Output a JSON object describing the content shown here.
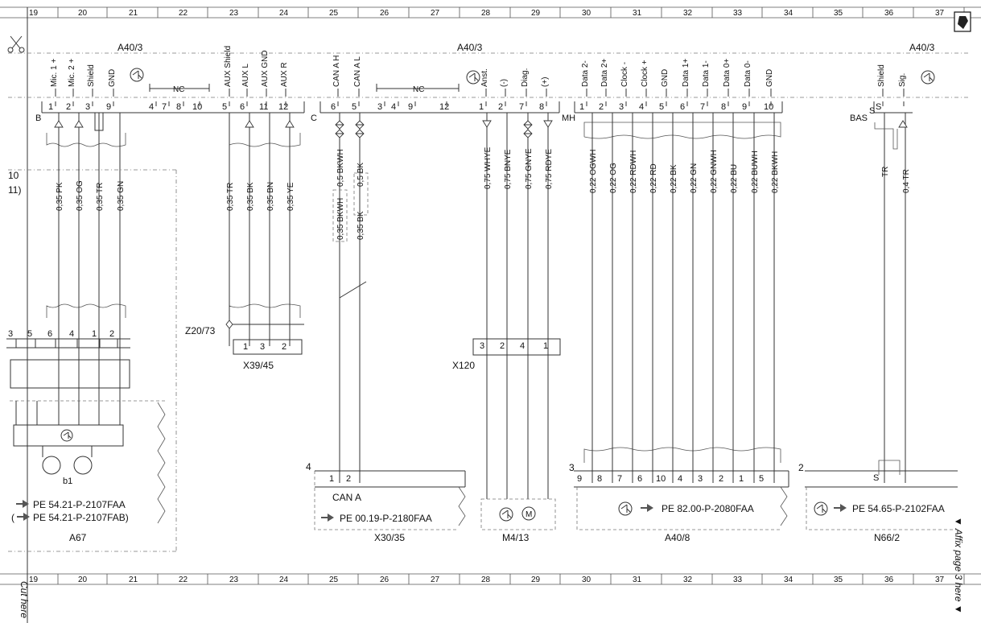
{
  "frame": {
    "grid_numbers": [
      "19",
      "20",
      "21",
      "22",
      "23",
      "24",
      "25",
      "26",
      "27",
      "28",
      "29",
      "30",
      "31",
      "32",
      "33",
      "34",
      "35",
      "36",
      "37"
    ],
    "cut_here": "Cut here",
    "affix_page": "▼ Affix page 3 here ▼"
  },
  "header": {
    "a40_3_left": "A40/3",
    "a40_3_mid": "A40/3",
    "a40_3_right": "A40/3"
  },
  "connectors": {
    "B": "B",
    "C": "C",
    "MH": "MH",
    "BAS": "BAS",
    "S": "S",
    "nc1": "NC",
    "nc2": "NC"
  },
  "pins": {
    "B": [
      {
        "num": "1",
        "label": "Mic. 1 +"
      },
      {
        "num": "2",
        "label": "Mic. 2 +"
      },
      {
        "num": "3",
        "label": "Shield"
      },
      {
        "num": "9",
        "label": "GND"
      },
      {
        "num": "4",
        "label": ""
      },
      {
        "num": "7",
        "label": ""
      },
      {
        "num": "8",
        "label": ""
      },
      {
        "num": "10",
        "label": ""
      },
      {
        "num": "5",
        "label": "AUX Shield"
      },
      {
        "num": "6",
        "label": "AUX L"
      },
      {
        "num": "11",
        "label": "AUX GND"
      },
      {
        "num": "12",
        "label": "AUX R"
      }
    ],
    "C": [
      {
        "num": "6",
        "label": "CAN A H"
      },
      {
        "num": "5",
        "label": "CAN A L"
      },
      {
        "num": "3",
        "label": ""
      },
      {
        "num": "4",
        "label": ""
      },
      {
        "num": "9",
        "label": ""
      },
      {
        "num": "12",
        "label": ""
      },
      {
        "num": "1",
        "label": "Anst."
      },
      {
        "num": "2",
        "label": "(-)"
      },
      {
        "num": "7",
        "label": "Diag."
      },
      {
        "num": "8",
        "label": "(+)"
      }
    ],
    "MH": [
      {
        "num": "1",
        "label": "Data 2-"
      },
      {
        "num": "2",
        "label": "Data 2+"
      },
      {
        "num": "3",
        "label": "Clock -"
      },
      {
        "num": "4",
        "label": "Clock +"
      },
      {
        "num": "5",
        "label": "GND"
      },
      {
        "num": "6",
        "label": "Data 1+"
      },
      {
        "num": "7",
        "label": "Data 1-"
      },
      {
        "num": "8",
        "label": "Data 0+"
      },
      {
        "num": "9",
        "label": "Data 0-"
      },
      {
        "num": "10",
        "label": "GND"
      }
    ],
    "BAS": [
      {
        "num": "S",
        "label": "Shield"
      },
      {
        "num": "",
        "label": "Sig."
      }
    ]
  },
  "wires": {
    "B_left": [
      "0,35 PK",
      "0,35 OG",
      "0,35 TR",
      "0,35 GN"
    ],
    "B_aux": [
      "0,35 TR",
      "0,35 BK",
      "0,35 BN",
      "0,35 YE"
    ],
    "C_can": [
      "0,5 BKWH",
      "0,5 BK"
    ],
    "C_can_lower": [
      "0,35 BKWH",
      "0,35 BK"
    ],
    "C_m4": [
      "0,75 WHYE",
      "0,75 BNYE",
      "0,75 GNYE",
      "0,75 RDYE"
    ],
    "MH": [
      "0,22 OGWH",
      "0,22 OG",
      "0,22 RDWH",
      "0,22 RD",
      "0,22 BK",
      "0,22 GN",
      "0,22 GNWH",
      "0,22 BU",
      "0,22 BUWH",
      "0,22 BKWH"
    ],
    "BAS": [
      "TR",
      "0,4 TR"
    ]
  },
  "side_notes": {
    "n10": "10",
    "n11": "11)"
  },
  "components": {
    "a67": {
      "name": "A67",
      "pins": [
        "3",
        "5",
        "6",
        "4",
        "1",
        "2"
      ],
      "sub": "b1",
      "ref1": "PE 54.21-P-2107FAA",
      "ref2": "(",
      "ref2b": "PE 54.21-P-2107FAB)"
    },
    "z20": {
      "name": "Z20/73"
    },
    "x39": {
      "name": "X39/45",
      "pins": [
        "1",
        "3",
        "2"
      ]
    },
    "x120": {
      "name": "X120",
      "pins": [
        "3",
        "2",
        "4",
        "1"
      ]
    },
    "x30": {
      "name": "X30/35",
      "num": "4",
      "pins": [
        "1",
        "2"
      ],
      "label": "CAN A",
      "ref": "PE 00.19-P-2180FAA"
    },
    "m4": {
      "name": "M4/13",
      "motor": "M"
    },
    "a40_8": {
      "name": "A40/8",
      "num": "3",
      "pins": [
        "9",
        "8",
        "7",
        "6",
        "10",
        "4",
        "3",
        "2",
        "1",
        "5"
      ],
      "ref": "PE 82.00-P-2080FAA"
    },
    "n66": {
      "name": "N66/2",
      "num": "2",
      "pin": "S",
      "ref": "PE 54.65-P-2102FAA"
    }
  }
}
